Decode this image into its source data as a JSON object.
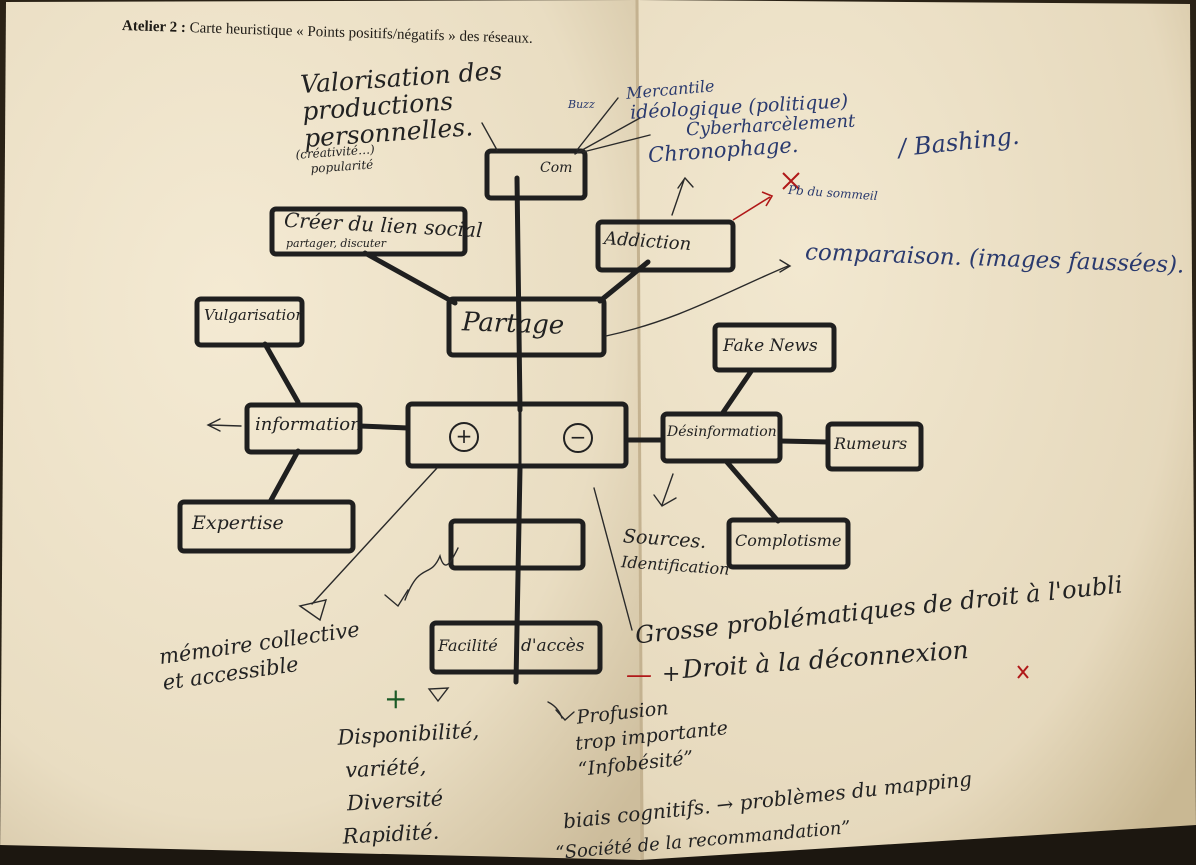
{
  "title": {
    "prefix": "Atelier 2 :",
    "text": "Carte heuristique « Points positifs/négatifs » des réseaux."
  },
  "center": {
    "plus_sign": "+",
    "minus_sign": "−"
  },
  "boxes": {
    "com": "Com",
    "lien_social": "Créer du lien social",
    "lien_social_sub": "partager, discuter",
    "partage": "Partage",
    "addiction": "Addiction",
    "vulgarisation": "Vulgarisation",
    "information": "information",
    "expertise": "Expertise",
    "desinformation": "Désinformation",
    "fake_news": "Fake News",
    "rumeurs": "Rumeurs",
    "complotisme": "Complotisme",
    "facilite": "Facilité",
    "acces": "d'accès"
  },
  "handwriting": {
    "valorisation": [
      "Valorisation des",
      "productions",
      "personnelles."
    ],
    "valorisation_sub": [
      "(créativité…)",
      "popularité"
    ],
    "buzz": "Buzz",
    "mercantile": "Mercantile",
    "ideologique": "idéologique (politique)",
    "cyberharcelement": "Cyberharcèlement",
    "chronophage": "Chronophage.",
    "bashing": "/ Bashing.",
    "sommeil": "Pb du sommeil",
    "comparaison": "comparaison. (images faussées).",
    "sources": [
      "Sources.",
      "Identification"
    ],
    "droit_oubli": "Grosse problématiques de droit à l'oubli",
    "droit_deconnexion": "Droit à la déconnexion",
    "memoire": [
      "mémoire collective",
      "et accessible"
    ],
    "disponibilite": [
      "Disponibilité,",
      "variété,",
      "Diversité",
      "Rapidité."
    ],
    "profusion": [
      "Profusion",
      "trop importante",
      "“Infobésité”"
    ],
    "biais": "biais cognitifs. → problèmes du mapping",
    "societe": "“Société de la recommandation”",
    "marker_plus": "+",
    "marker_minus": "—",
    "marker_plus_deconnexion": "+"
  },
  "colors": {
    "paper": "#ece2cb",
    "ink": "#1f1f1f",
    "blue_pen": "#2a3a6e",
    "red_pen": "#b01818",
    "green_pen": "#1b5a26"
  }
}
